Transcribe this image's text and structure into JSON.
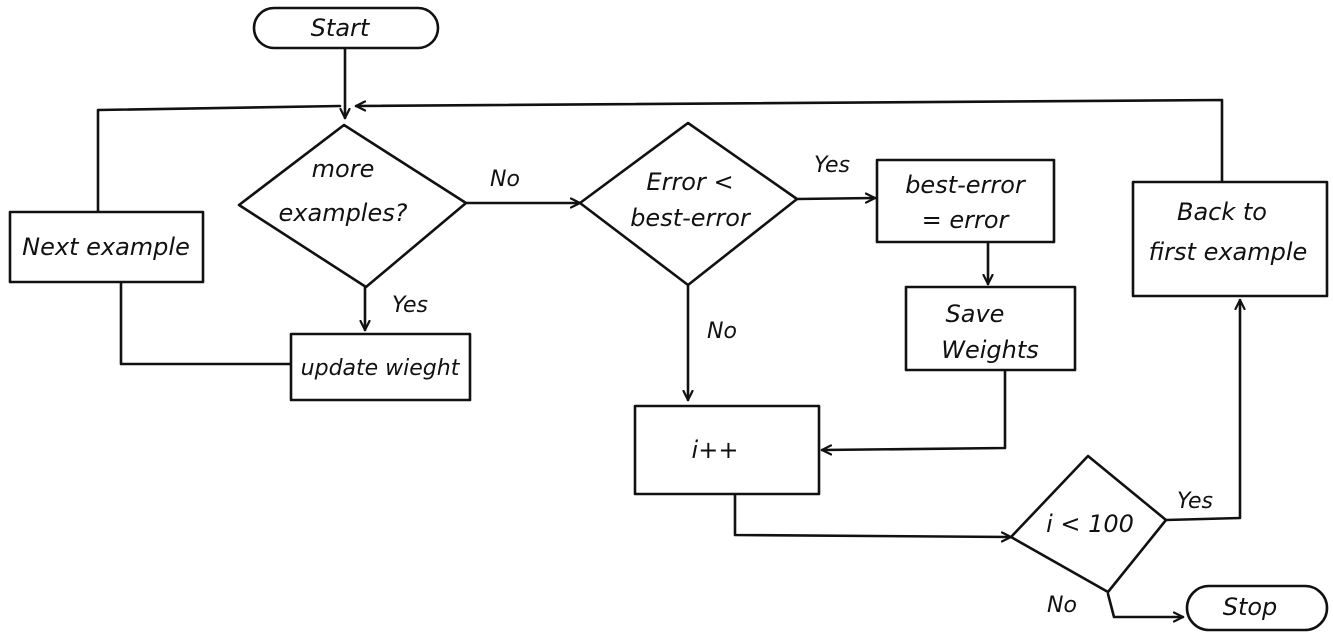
{
  "diagram": {
    "type": "flowchart",
    "style": "hand-drawn",
    "colors": {
      "ink": "#111111",
      "background": "#ffffff"
    },
    "nodes": {
      "start": {
        "shape": "terminal",
        "text": "Start"
      },
      "more_examples": {
        "shape": "decision",
        "line1": "more",
        "line2": "examples?"
      },
      "update_weight": {
        "shape": "process",
        "text": "update wieght"
      },
      "next_example": {
        "shape": "process",
        "text": "Next example"
      },
      "error_check": {
        "shape": "decision",
        "line1": "Error <",
        "line2": "best-error"
      },
      "best_error_assign": {
        "shape": "process",
        "line1": "best-error",
        "line2": "= error"
      },
      "save_weights": {
        "shape": "process",
        "line1": "Save",
        "line2": "Weights"
      },
      "increment": {
        "shape": "process",
        "text": "i++"
      },
      "loop_check": {
        "shape": "decision",
        "text": "i < 100"
      },
      "back_to_first": {
        "shape": "process",
        "line1": "Back to",
        "line2": "first example"
      },
      "stop": {
        "shape": "terminal",
        "text": "Stop"
      }
    },
    "edge_labels": {
      "more_no": "No",
      "more_yes": "Yes",
      "error_yes": "Yes",
      "error_no": "No",
      "loop_yes": "Yes",
      "loop_no": "No"
    }
  }
}
